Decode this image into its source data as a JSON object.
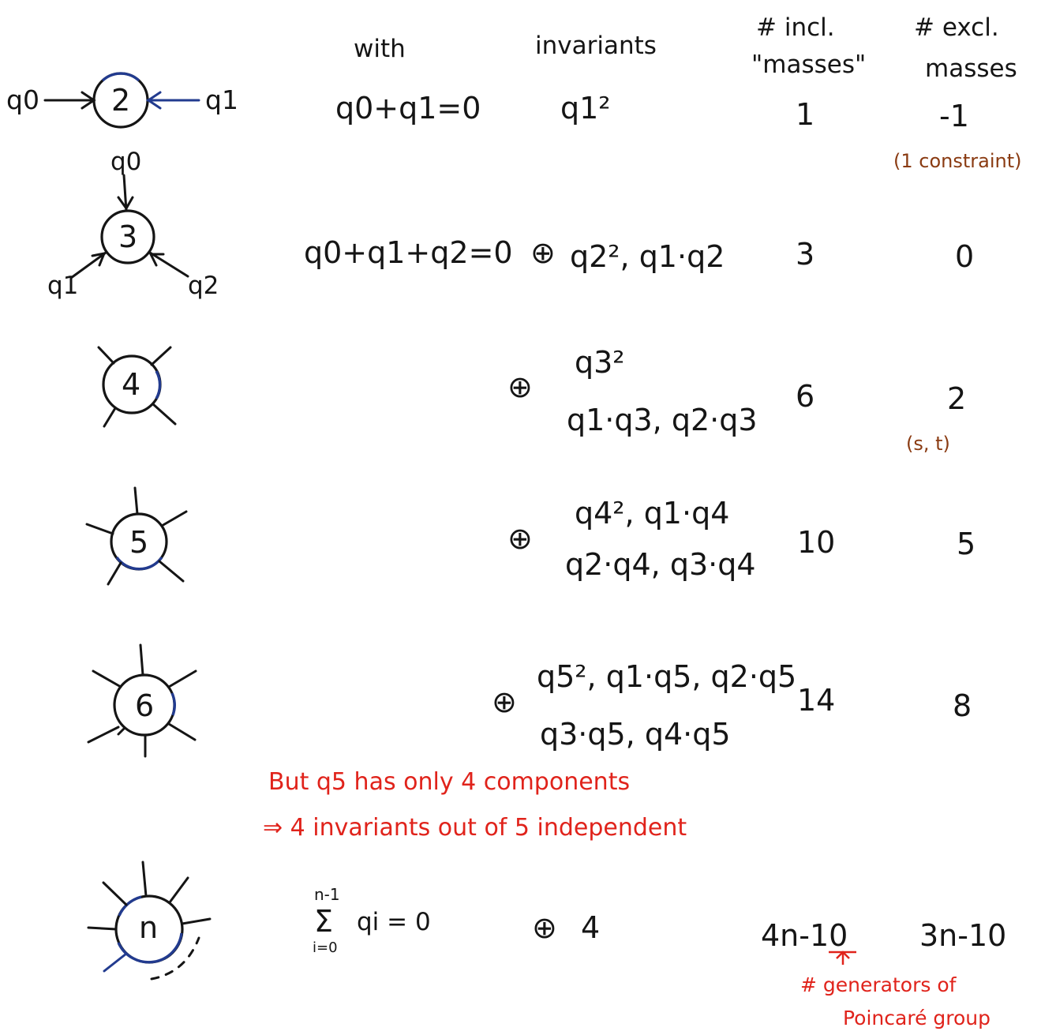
{
  "header": {
    "col_with": "with",
    "col_invariants": "invariants",
    "col_incl_line1": "# incl.",
    "col_incl_line2": "\"masses\"",
    "col_excl_line1": "# excl.",
    "col_excl_line2": "masses"
  },
  "rows": [
    {
      "vertex_label": "2",
      "leg_labels": [
        "q0",
        "q1"
      ],
      "with": "q0+q1=0",
      "invariants": [
        "q1²"
      ],
      "incl": "1",
      "excl": "-1",
      "excl_note": "(1 constraint)"
    },
    {
      "vertex_label": "3",
      "leg_labels": [
        "q0",
        "q1",
        "q2"
      ],
      "with": "q0+q1+q2=0",
      "invariants_prefix": "⊕",
      "invariants": [
        "q2², q1·q2"
      ],
      "incl": "3",
      "excl": "0"
    },
    {
      "vertex_label": "4",
      "invariants_prefix": "⊕",
      "invariants": [
        "q3²",
        "q1·q3, q2·q3"
      ],
      "incl": "6",
      "excl": "2",
      "excl_note": "(s, t)"
    },
    {
      "vertex_label": "5",
      "invariants_prefix": "⊕",
      "invariants": [
        "q4², q1·q4",
        "q2·q4, q3·q4"
      ],
      "incl": "10",
      "excl": "5"
    },
    {
      "vertex_label": "6",
      "invariants_prefix": "⊕",
      "invariants": [
        "q5², q1·q5, q2·q5",
        "q3·q5, q4·q5"
      ],
      "incl": "14",
      "excl": "8"
    },
    {
      "vertex_label": "n",
      "with_top": "n-1",
      "with_sum": "Σ",
      "with_body": "qi = 0",
      "with_bottom": "i=0",
      "invariants_prefix": "⊕",
      "invariants": [
        "4"
      ],
      "incl": "4n-10",
      "excl": "3n-10"
    }
  ],
  "notes": {
    "red_line1": "But q5 has only 4 components",
    "red_line2": "⇒ 4 invariants out of 5 independent",
    "generators_line1": "# generators of",
    "generators_line2": "Poincaré group"
  },
  "colors": {
    "ink": "#151515",
    "accent_blue": "#223b8f",
    "note_red": "#e0231b",
    "note_brown": "#8a3b12"
  }
}
